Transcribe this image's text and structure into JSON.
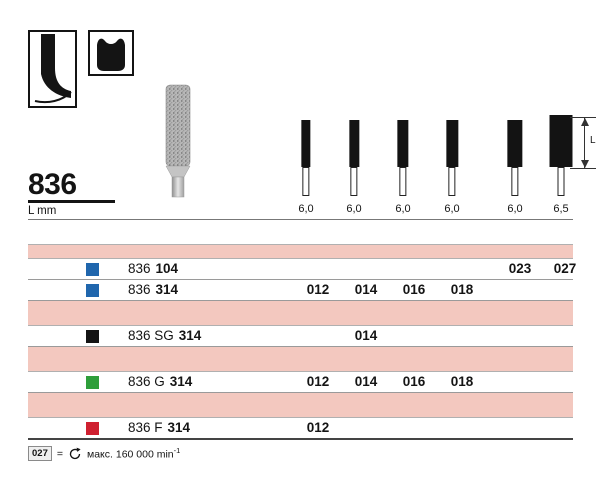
{
  "colors": {
    "band": "#f3c8bf",
    "blue": "#2066ad",
    "black": "#141414",
    "green": "#2e9e3a",
    "red": "#cf2030"
  },
  "header": {
    "product_number": "836",
    "length_unit_label": "L mm",
    "dimension_label": "L"
  },
  "figures": {
    "lengths": [
      "6,0",
      "6,0",
      "6,0",
      "6,0",
      "6,0",
      "6,5"
    ]
  },
  "table": {
    "rows": [
      {
        "swatch_color": "#2066ad",
        "label_plain": "836",
        "label_bold": "104",
        "cells": [
          "",
          "",
          "",
          "",
          "023",
          "027"
        ]
      },
      {
        "swatch_color": "#2066ad",
        "label_plain": "836",
        "label_bold": "314",
        "cells": [
          "012",
          "014",
          "016",
          "018",
          "",
          ""
        ]
      },
      {
        "swatch_color": "#141414",
        "label_plain": "836 SG",
        "label_bold": "314",
        "cells": [
          "",
          "014",
          "",
          "",
          "",
          ""
        ]
      },
      {
        "swatch_color": "#2e9e3a",
        "label_plain": "836 G",
        "label_bold": "314",
        "cells": [
          "012",
          "014",
          "016",
          "018",
          "",
          ""
        ]
      },
      {
        "swatch_color": "#cf2030",
        "label_plain": "836 F",
        "label_bold": "314",
        "cells": [
          "012",
          "",
          "",
          "",
          "",
          ""
        ]
      }
    ]
  },
  "footnote": {
    "code": "027",
    "equals": "=",
    "text": "макс. 160 000 min",
    "exponent": "-1"
  }
}
